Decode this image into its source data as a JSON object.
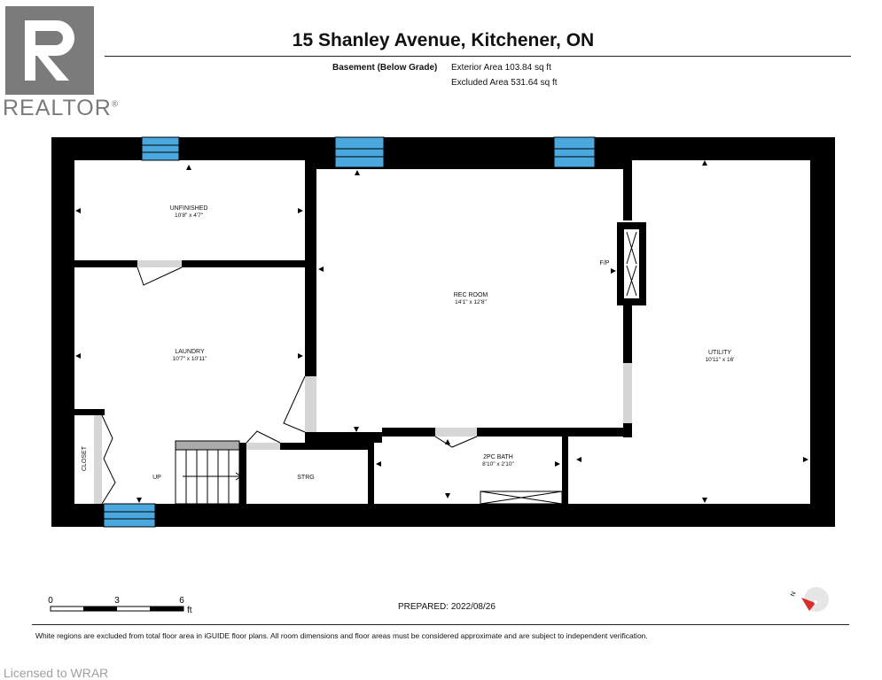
{
  "header": {
    "title": "15 Shanley Avenue, Kitchener, ON",
    "level": "Basement (Below Grade)",
    "exterior_area": "Exterior Area 103.84 sq ft",
    "excluded_area": "Excluded Area 531.64 sq ft"
  },
  "watermark": {
    "brand": "REALTOR",
    "trademark": "®",
    "licensed": "Licensed to WRAR"
  },
  "rooms": {
    "unfinished": {
      "name": "UNFINISHED",
      "dims": "10'8\" x 4'7\""
    },
    "laundry": {
      "name": "LAUNDRY",
      "dims": "10'7\" x 10'11\""
    },
    "rec_room": {
      "name": "REC ROOM",
      "dims": "14'1\" x 12'8\""
    },
    "utility": {
      "name": "UTILITY",
      "dims": "10'11\" x 16'"
    },
    "bath": {
      "name": "2PC BATH",
      "dims": "8'10\" x 2'10\""
    },
    "strg": {
      "name": "STRG"
    },
    "closet": {
      "name": "CLOSET"
    },
    "stairs": {
      "name": "UP"
    },
    "fireplace": {
      "name": "F/P"
    }
  },
  "scale": {
    "ticks": [
      "0",
      "3",
      "6"
    ],
    "unit": "ft"
  },
  "prepared": "PREPARED: 2022/08/26",
  "footnote": "White regions are excluded from total floor area in iGUIDE floor plans. All room dimensions and floor areas must be considered approximate and are subject to independent verification.",
  "compass": {
    "label": "N"
  },
  "colors": {
    "walls": "#000000",
    "windows": "#4aa8de",
    "doors": "#d6d6d6",
    "compass": "#d92c2c"
  }
}
